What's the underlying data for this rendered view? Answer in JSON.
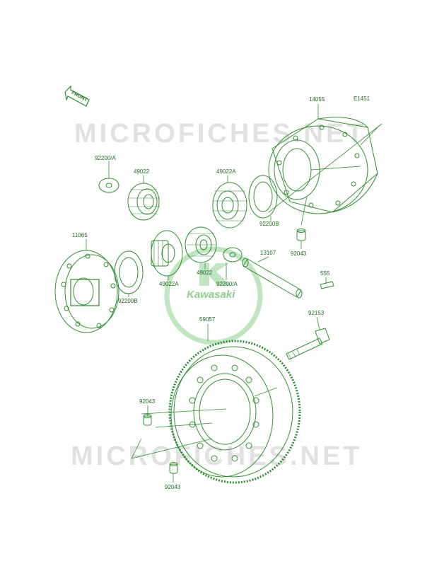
{
  "diagram_code": "E1451",
  "front_label": "FRONT",
  "watermark": {
    "text_top": "MICROFICHES.NET",
    "text_bottom": "MICROFICHES.NET",
    "logo_text": "Kawasaki"
  },
  "parts": [
    {
      "key": "p14055",
      "number": "14055"
    },
    {
      "key": "p92200a_top",
      "number": "92200/A"
    },
    {
      "key": "p49022_top_left",
      "number": "49022"
    },
    {
      "key": "p49022a_top",
      "number": "49022A"
    },
    {
      "key": "p92200b_right",
      "number": "92200B"
    },
    {
      "key": "p92043_right",
      "number": "92043"
    },
    {
      "key": "p11065",
      "number": "11065"
    },
    {
      "key": "p13107",
      "number": "13107"
    },
    {
      "key": "p555",
      "number": "555"
    },
    {
      "key": "p49022_mid",
      "number": "49022"
    },
    {
      "key": "p49022a_mid",
      "number": "49022A"
    },
    {
      "key": "p92200a_mid",
      "number": "92200/A"
    },
    {
      "key": "p92200b_left",
      "number": "92200B"
    },
    {
      "key": "p92153",
      "number": "92153"
    },
    {
      "key": "p59057",
      "number": "59057"
    },
    {
      "key": "p92043_left",
      "number": "92043"
    },
    {
      "key": "p92043_bottom",
      "number": "92043"
    }
  ],
  "colors": {
    "line": "#2f8f2f",
    "label": "#1e6a1e",
    "watermark": "#c9c9c9",
    "logo": "#8fcf8f"
  }
}
